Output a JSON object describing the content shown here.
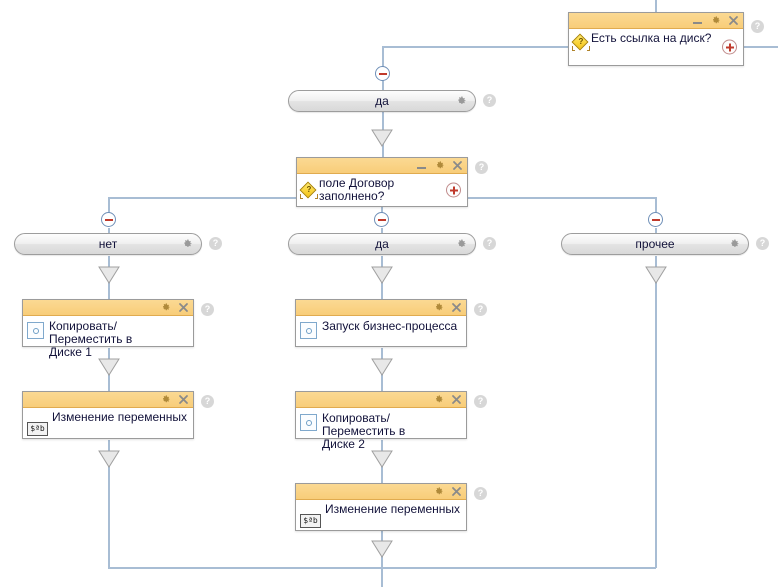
{
  "diagram": {
    "title": "Business process branching editor",
    "colors": {
      "connector": "#a8bdd4",
      "node_header": "#f8cd79",
      "node_border": "#9b9b9b",
      "accent_red": "#c0392b",
      "canvas_bg": "#ffffff",
      "pill_bg": "#e9e9e9"
    },
    "icons": {
      "minimize": "minimize-icon",
      "gear": "gear-icon",
      "close": "close-icon",
      "help": "?",
      "plus": "plus-icon",
      "minus": "minus-icon",
      "condition": "condition-diamond-icon",
      "action": "action-square-icon",
      "variable": "$ªb"
    },
    "nodes": [
      {
        "id": "cond-disk-link",
        "type": "condition",
        "title": "Есть ссылка на диск?",
        "has_minimize": true,
        "has_gear": true,
        "has_close": true,
        "has_add_branch": true,
        "has_help": true
      },
      {
        "id": "branch-da-1",
        "type": "branch-label",
        "label": "да",
        "has_gear": true,
        "has_help": true,
        "has_collapse": true
      },
      {
        "id": "cond-dogovor",
        "type": "condition",
        "title": "поле Договор\nзаполнено?",
        "has_minimize": true,
        "has_gear": true,
        "has_close": true,
        "has_add_branch": true,
        "has_help": true
      },
      {
        "id": "branch-net",
        "type": "branch-label",
        "label": "нет",
        "has_gear": true,
        "has_help": true,
        "has_collapse": true
      },
      {
        "id": "branch-da-2",
        "type": "branch-label",
        "label": "да",
        "has_gear": true,
        "has_help": true,
        "has_collapse": true
      },
      {
        "id": "branch-prochee",
        "type": "branch-label",
        "label": "прочее",
        "has_gear": true,
        "has_help": true,
        "has_collapse": true
      },
      {
        "id": "action-copy-disk-1",
        "type": "action",
        "title": "Копировать/Переместить в\nДиске 1",
        "icon": "action-square-icon",
        "has_gear": true,
        "has_close": true,
        "has_help": true
      },
      {
        "id": "action-vars-left",
        "type": "action",
        "title": "Изменение переменных",
        "icon": "variable-icon",
        "has_gear": true,
        "has_close": true,
        "has_help": true
      },
      {
        "id": "action-start-bp",
        "type": "action",
        "title": "Запуск бизнес-процесса",
        "icon": "action-square-icon",
        "has_gear": true,
        "has_close": true,
        "has_help": true
      },
      {
        "id": "action-copy-disk-2",
        "type": "action",
        "title": "Копировать/Переместить в\nДиске 2",
        "icon": "action-square-icon",
        "has_gear": true,
        "has_close": true,
        "has_help": true
      },
      {
        "id": "action-vars-center",
        "type": "action",
        "title": "Изменение переменных",
        "icon": "variable-icon",
        "has_gear": true,
        "has_close": true,
        "has_help": true
      }
    ],
    "labels": {
      "help_char": "?",
      "minus_char": "–",
      "var_icon_text": "$ªb"
    }
  }
}
